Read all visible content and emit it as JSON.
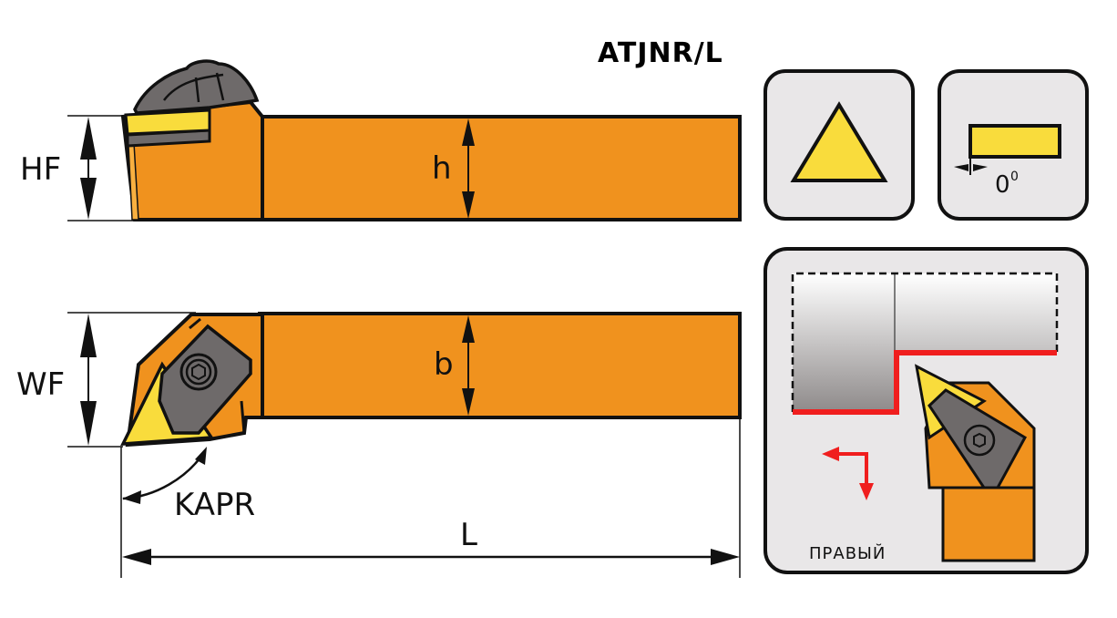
{
  "title": "ATJNR/L",
  "colors": {
    "holder_orange": "#F0921E",
    "insert_yellow": "#F9DC3C",
    "clamp_gray": "#6E6A6A",
    "panel_gray": "#E9E7E8",
    "cut_red": "#F01E1E",
    "outline": "#111111"
  },
  "side_view": {
    "height_label": "HF",
    "shank_height_label": "h"
  },
  "top_view": {
    "width_label": "WF",
    "shank_width_label": "b",
    "approach_angle_label": "KAPR",
    "length_label": "L"
  },
  "icons": {
    "insert_shape": {
      "name": "triangle-insert-icon"
    },
    "clearance": {
      "name": "clearance-angle-icon",
      "angle_value": "0",
      "angle_unit": "0"
    }
  },
  "hand_panel": {
    "hand_label": "ПРАВЫЙ"
  }
}
